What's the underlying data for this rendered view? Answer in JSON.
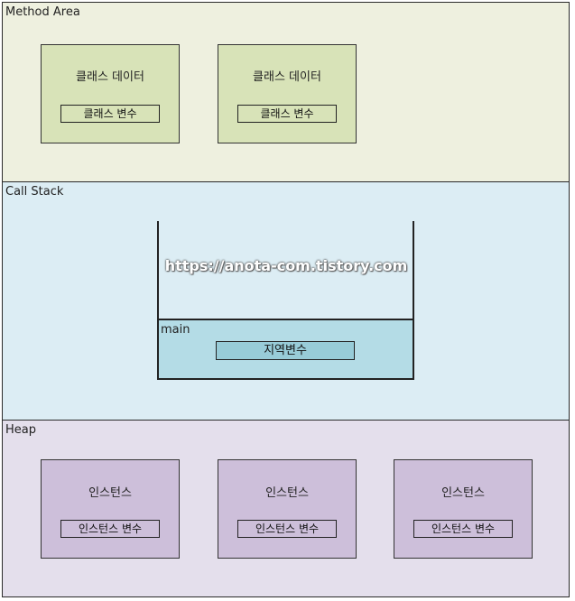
{
  "method_area": {
    "title": "Method Area",
    "boxes": [
      {
        "title": "클래스 데이터",
        "inner": "클래스 변수"
      },
      {
        "title": "클래스 데이터",
        "inner": "클래스 변수"
      }
    ]
  },
  "call_stack": {
    "title": "Call Stack",
    "watermark": "https://anota-com.tistory.com",
    "frame": {
      "label": "main",
      "inner": "지역변수"
    }
  },
  "heap": {
    "title": "Heap",
    "boxes": [
      {
        "title": "인스턴스",
        "inner": "인스턴스 변수"
      },
      {
        "title": "인스턴스",
        "inner": "인스턴스 변수"
      },
      {
        "title": "인스턴스",
        "inner": "인스턴스 변수"
      }
    ]
  },
  "colors": {
    "method_area_bg": "#eef0df",
    "method_box_bg": "#d8e3b8",
    "call_stack_bg": "#dcedf4",
    "frame_bg": "#b4dce6",
    "frame_inner_bg": "#98ccd8",
    "heap_bg": "#e4dfec",
    "heap_box_bg": "#cdbfda"
  }
}
